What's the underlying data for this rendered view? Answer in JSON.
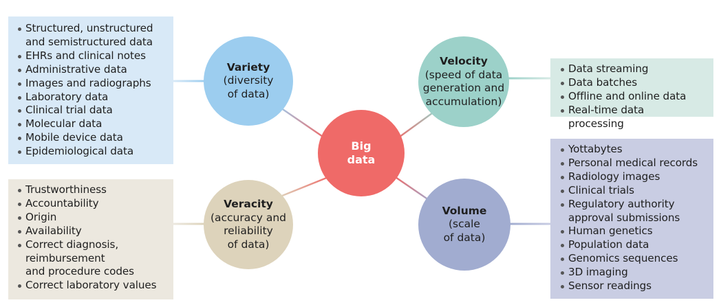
{
  "center": {
    "label": "Big\ndata",
    "color": "#ef6a68"
  },
  "nodes": {
    "variety": {
      "title": "Variety",
      "description": "(diversity\nof data)",
      "color": "#9ccdef",
      "items": [
        "Structured, unstructured\nand semistructured data",
        "EHRs and clinical notes",
        "Administrative data",
        "Images and radiographs",
        "Laboratory data",
        "Clinical trial data",
        "Molecular data",
        "Mobile device data",
        "Epidemiological data"
      ]
    },
    "velocity": {
      "title": "Velocity",
      "description": "(speed of data\ngeneration and\naccumulation)",
      "color": "#9cd1c9",
      "items": [
        "Data streaming",
        "Data batches",
        "Offline and online data",
        "Real-time data\nprocessing"
      ]
    },
    "veracity": {
      "title": "Veracity",
      "description": "(accuracy and\nreliability\nof data)",
      "color": "#ddd3bb",
      "items": [
        "Trustworthiness",
        "Accountability",
        "Origin",
        "Availability",
        "Correct diagnosis,\nreimbursement\nand procedure codes",
        "Correct laboratory values"
      ]
    },
    "volume": {
      "title": "Volume",
      "description": "(scale\nof data)",
      "color": "#a1acd0",
      "items": [
        "Yottabytes",
        "Personal medical records",
        "Radiology images",
        "Clinical trials",
        "Regulatory authority\napproval submissions",
        "Human genetics",
        "Population data",
        "Genomics sequences",
        "3D imaging",
        "Sensor readings"
      ]
    }
  }
}
